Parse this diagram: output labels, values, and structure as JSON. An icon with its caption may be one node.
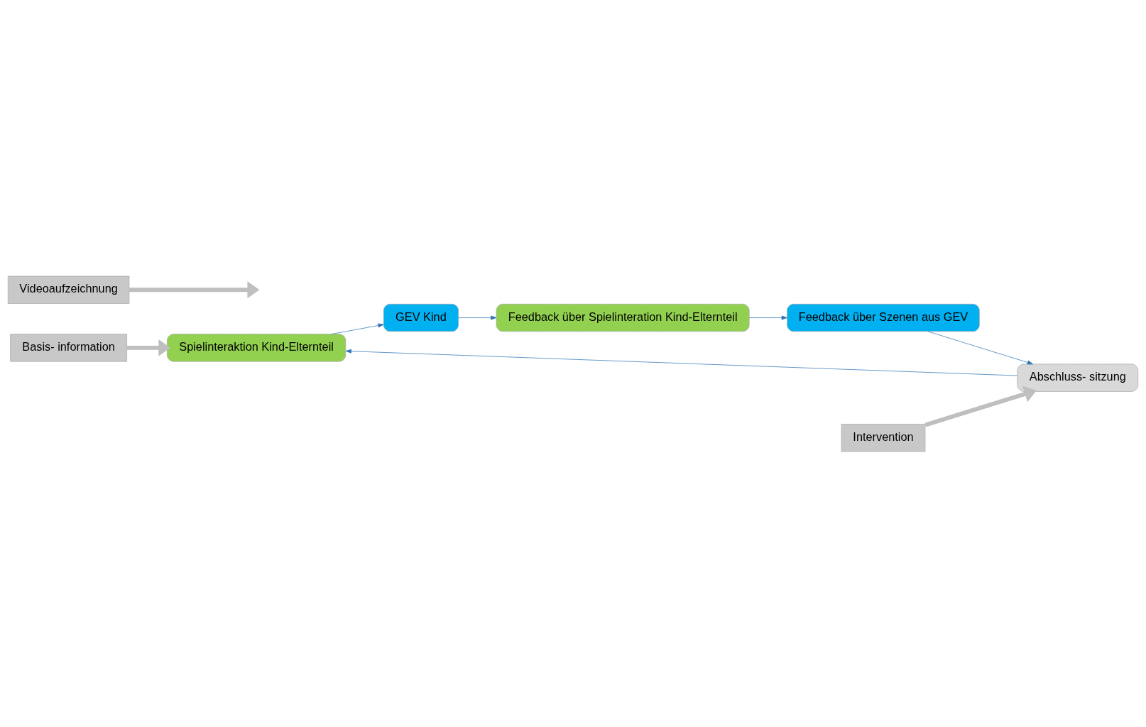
{
  "diagram": {
    "nodes": [
      {
        "text": [
          "Basis- information"
        ]
      },
      {
        "text": [
          "Spielinteraktion Kind-Elternteil"
        ]
      },
      {
        "text": [
          "GEV Kind"
        ]
      },
      {
        "text": [
          "Feedback über Spielinteration Kind-Elternteil"
        ]
      },
      {
        "text": [
          "Feedback über Szenen aus GEV"
        ]
      },
      {
        "text": [
          "Abschluss- sitzung"
        ]
      },
      {
        "text": [
          "Intervention"
        ]
      },
      {
        "text": [
          "Videoaufzeichnung"
        ]
      }
    ],
    "edges": [
      {
        "from": 0,
        "to": 1,
        "arrow": "to",
        "style": "thick",
        "color": "#bfbfbf"
      },
      {
        "from": 1,
        "to": 2,
        "arrow": "to"
      },
      {
        "from": 2,
        "to": 3,
        "arrow": "to"
      },
      {
        "from": 3,
        "to": 4,
        "arrow": "to"
      },
      {
        "from": 4,
        "to": 5,
        "arrow": "to"
      },
      {
        "from": 5,
        "to": 1,
        "arrow": "to"
      },
      {
        "from": 6,
        "to": 5,
        "arrow": "to",
        "style": "thick",
        "color": "#bfbfbf"
      },
      {
        "from": 7,
        "to": null,
        "arrow": "to",
        "style": "thick",
        "color": "#bfbfbf"
      }
    ]
  }
}
